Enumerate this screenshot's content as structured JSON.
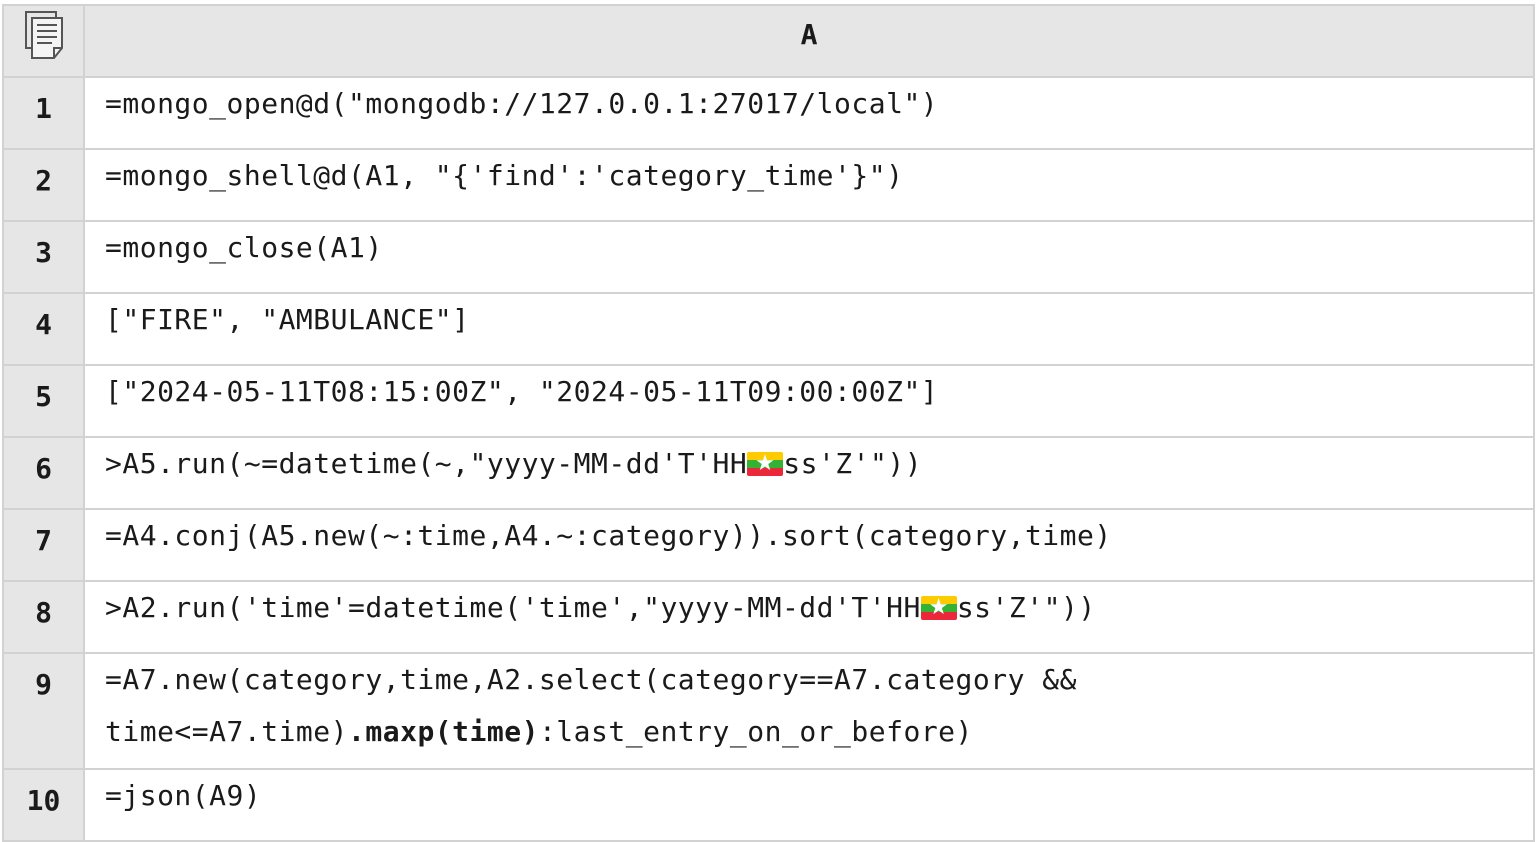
{
  "sheet": {
    "column_header": "A",
    "rows": [
      {
        "num": "1",
        "code": "=mongo_open@d(\"mongodb://127.0.0.1:27017/local\")"
      },
      {
        "num": "2",
        "code": "=mongo_shell@d(A1, \"{'find':'category_time'}\")"
      },
      {
        "num": "3",
        "code": "=mongo_close(A1)"
      },
      {
        "num": "4",
        "code": "[\"FIRE\", \"AMBULANCE\"]"
      },
      {
        "num": "5",
        "code": "[\"2024-05-11T08:15:00Z\", \"2024-05-11T09:00:00Z\"]"
      },
      {
        "num": "6",
        "code_before": ">A5.run(~=datetime(~,\"yyyy-MM-dd'T'HH",
        "code_after": "ss'Z'\"))"
      },
      {
        "num": "7",
        "code": "=A4.conj(A5.new(~:time,A4.~:category)).sort(category,time)"
      },
      {
        "num": "8",
        "code_before": ">A2.run('time'=datetime('time',\"yyyy-MM-dd'T'HH",
        "code_after": "ss'Z'\"))"
      },
      {
        "num": "9",
        "code_line1": "=A7.new(category,time,A2.select(category==A7.category &&",
        "code_line2_pre": "time<=A7.time)",
        "code_line2_bold": ".maxp(time)",
        "code_line2_post": ":last_entry_on_or_before)"
      },
      {
        "num": "10",
        "code": "=json(A9)"
      }
    ]
  },
  "icons": {
    "corner": "document-list-icon",
    "inline_emoji": "myanmar-flag-icon"
  },
  "colors": {
    "header_bg": "#e6e6e6",
    "grid": "#d2d2d2"
  }
}
